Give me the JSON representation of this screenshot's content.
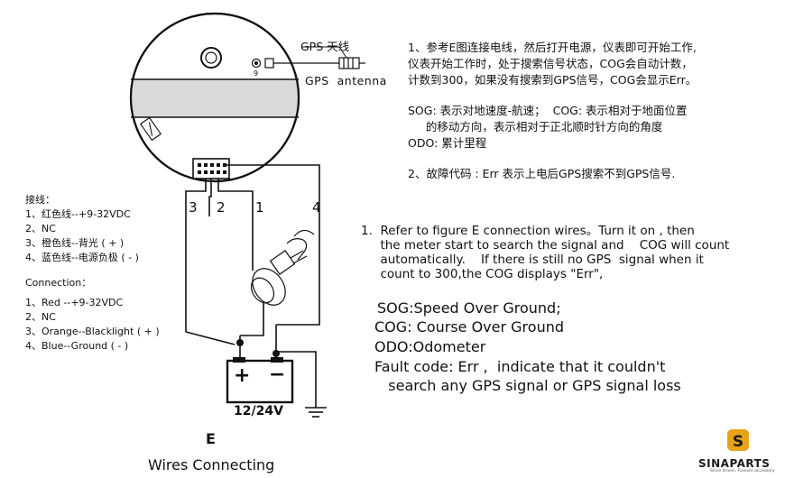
{
  "gps_label_cn": "GPS 天线",
  "gps_label_en": "GPS  antenna",
  "gps_pin": "9",
  "wire_numbers": [
    "3",
    "2",
    "1",
    "4"
  ],
  "battery_voltage": "12/24V",
  "battery_plus": "+",
  "battery_minus": "−",
  "figure_letter": "E",
  "figure_caption": "Wires Connecting",
  "cn_notes": [
    "1、参考E图连接电线，然后打开电源，仪表即可开始工作,",
    "仪表开始工作时，处于搜索信号状态，COG会自动计数，",
    "计数到300，如果没有搜索到GPS信号，COG会显示Err。",
    "SOG: 表示对地速度-航速；  COG: 表示相对于地面位置",
    "     的移动方向，表示相对于正北顺时针方向的角度",
    "ODO: 累计里程",
    "2、故障代码 : Err 表示上电后GPS搜索不到GPS信号."
  ],
  "wiring_cn": {
    "title": "接线：",
    "items": [
      "1、红色线--+9-32VDC",
      "2、NC",
      "3、橙色线--背光 ( + )",
      "4、蓝色线--电源负极 ( - )"
    ]
  },
  "wiring_en": {
    "title": "Connection：",
    "items": [
      "1、Red --+9-32VDC",
      "2、NC",
      "3、Orange--Blacklight ( + )",
      "4、Blue--Ground ( - )"
    ]
  },
  "en_notes": [
    "1.  Refer to figure E connection wires。Turn it on , then",
    "     the meter start to search the signal and    COG will count",
    "     automatically.    If there is still no GPS  signal when it",
    "     count to 300,the COG displays \"Err\","
  ],
  "glossary": [
    "SOG:Speed Over Ground;",
    "COG: Course Over Ground",
    "ODO:Odometer",
    "Fault code: Err ,  indicate that it couldn't",
    "   search any GPS signal or GPS signal loss"
  ],
  "brand": {
    "name": "SINAPARTS",
    "tagline": "Since driven. Forever accessory",
    "color": "#e8a317"
  }
}
